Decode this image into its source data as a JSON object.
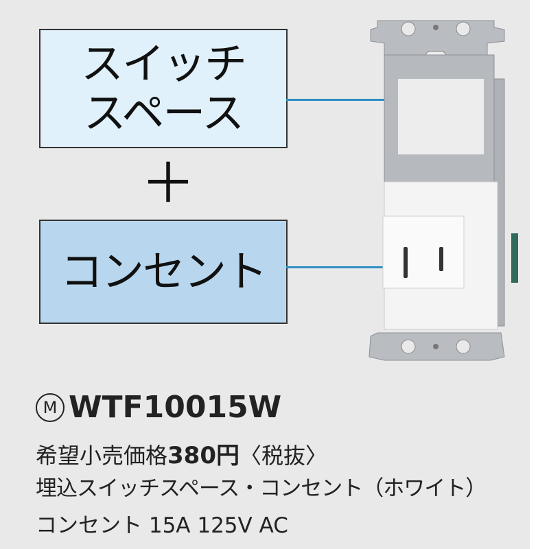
{
  "box_switch": {
    "line1": "スイッチ",
    "line2": "スペース"
  },
  "plus": "＋",
  "box_outlet": {
    "label": "コンセント"
  },
  "model": {
    "mark": "M",
    "number": "WTF10015W"
  },
  "price": {
    "label": "希望小売価格",
    "amount": "380円",
    "tax": "〈税抜〉"
  },
  "description": "埋込スイッチスペース・コンセント（ホワイト）",
  "spec": "コンセント 15A 125V AC",
  "colors": {
    "box_switch": "#e1f1fb",
    "box_outlet": "#b8d7ee",
    "leader_line": "#2b8fc4"
  }
}
